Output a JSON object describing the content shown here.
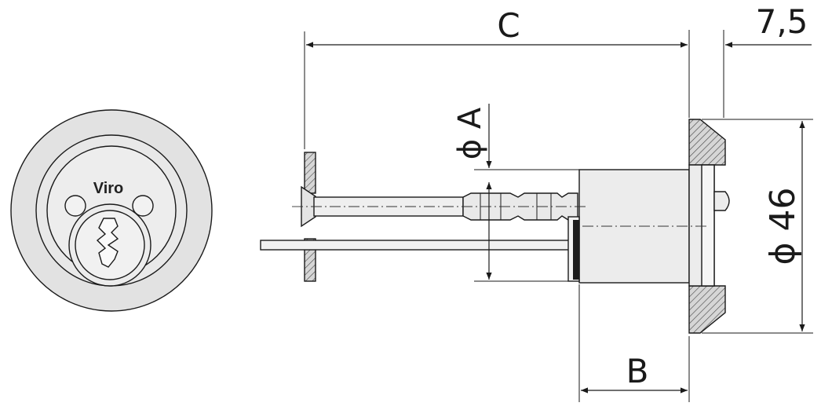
{
  "front_view": {
    "brand": "Viro"
  },
  "dimensions": {
    "length_label": "C",
    "flange_label": "7,5",
    "pin_diameter_label": "ϕ A",
    "body_length_label": "B",
    "rose_diameter_label": "ϕ 46"
  },
  "colors": {
    "outline": "#1a1a1a",
    "fill_light": "#efefef",
    "fill_rose": "#e2e2e2",
    "fill_body": "#ececec"
  }
}
